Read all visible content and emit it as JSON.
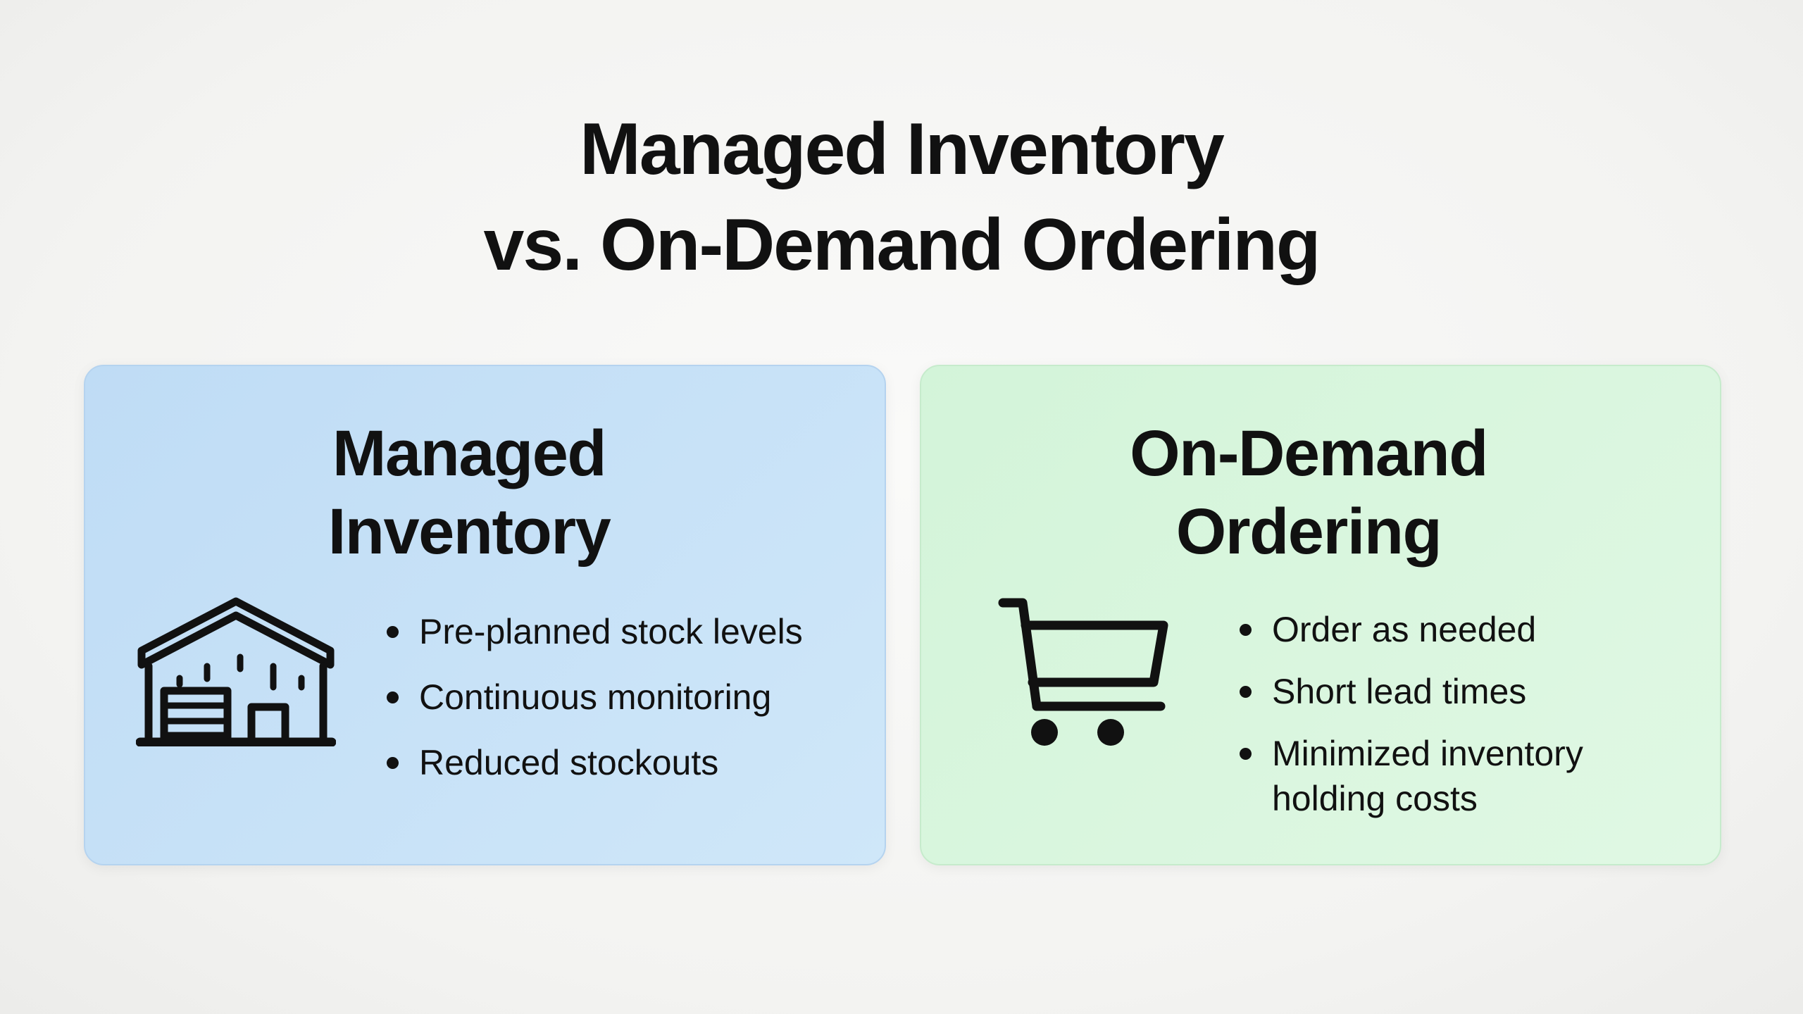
{
  "title": {
    "line1": "Managed Inventory",
    "line2": "vs. On-Demand Ordering"
  },
  "cards": [
    {
      "title_line1": "Managed",
      "title_line2": "Inventory",
      "icon": "warehouse-icon",
      "color": "#c6e0f6",
      "bullets": [
        "Pre-planned stock levels",
        "Continuous monitoring",
        "Reduced stockouts"
      ]
    },
    {
      "title_line1": "On-Demand",
      "title_line2": "Ordering",
      "icon": "shopping-cart-icon",
      "color": "#d8f5dc",
      "bullets": [
        "Order as needed",
        "Short lead times",
        "Minimized inventory holding costs"
      ]
    }
  ]
}
